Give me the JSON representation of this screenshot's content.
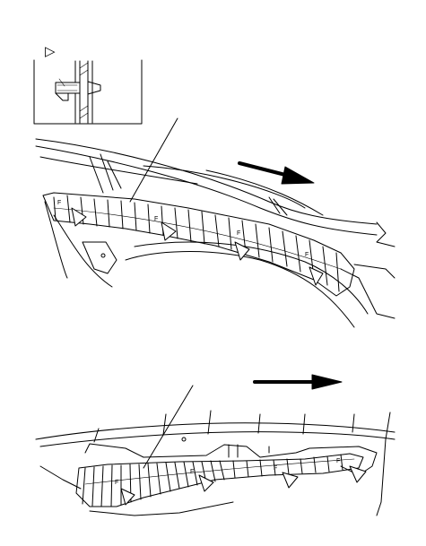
{
  "figure": {
    "stroke_color": "#000000",
    "background_color": "#ffffff",
    "inset_icon": "triangle-marker-icon",
    "detail_marker_symbol": "▷",
    "arrow_icon": "direction-arrow-icon",
    "labels": {
      "upper_part_marks": [
        "F",
        "F",
        "F",
        "F"
      ],
      "lower_part_marks": [
        "F",
        "F",
        "F",
        "F"
      ]
    }
  }
}
